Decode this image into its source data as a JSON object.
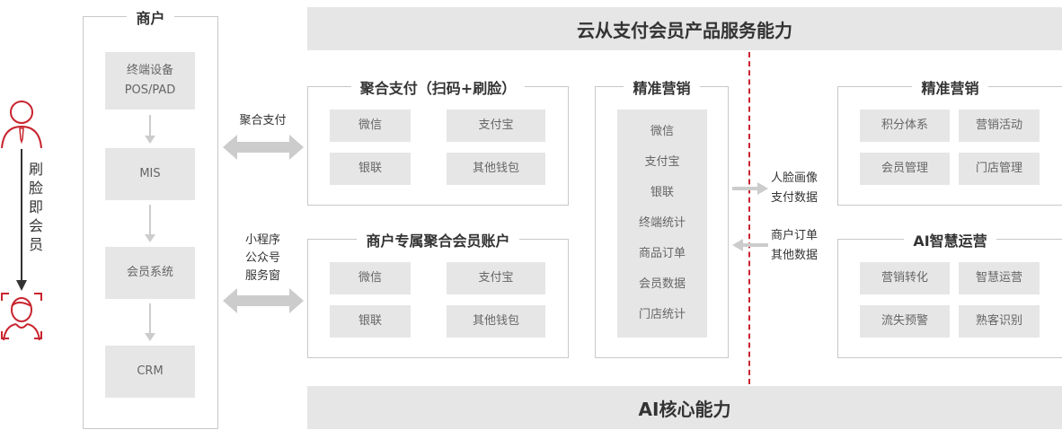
{
  "header": "云从支付会员产品服务能力",
  "footer": "AI核心能力",
  "user_flow_label": [
    "刷",
    "脸",
    "即",
    "会",
    "员"
  ],
  "merchant": {
    "title": "商户",
    "steps": [
      [
        "终端设备",
        "POS/PAD"
      ],
      [
        "MIS"
      ],
      [
        "会员系统"
      ],
      [
        "CRM"
      ]
    ]
  },
  "links": {
    "pay": "聚合支付",
    "channels": [
      "小程序",
      "公众号",
      "服务窗"
    ]
  },
  "pay_box": {
    "title": "聚合支付（扫码+刷脸）",
    "items": [
      "微信",
      "支付宝",
      "银联",
      "其他钱包"
    ]
  },
  "account_box": {
    "title": "商户专属聚合会员账户",
    "items": [
      "微信",
      "支付宝",
      "银联",
      "其他钱包"
    ]
  },
  "marketing_mid": {
    "title": "精准营销",
    "items": [
      "微信",
      "支付宝",
      "银联",
      "终端统计",
      "商品订单",
      "会员数据",
      "门店统计"
    ]
  },
  "data_flow": {
    "out": [
      "人脸画像",
      "支付数据"
    ],
    "in": [
      "商户订单",
      "其他数据"
    ]
  },
  "marketing_right": {
    "title": "精准营销",
    "items": [
      "积分体系",
      "营销活动",
      "会员管理",
      "门店管理"
    ]
  },
  "ai_ops": {
    "title": "AI智慧运营",
    "items": [
      "营销转化",
      "智慧运营",
      "流失预警",
      "熟客识别"
    ]
  },
  "colors": {
    "accent": "#c8242f",
    "gray": "#e6e6e6"
  }
}
